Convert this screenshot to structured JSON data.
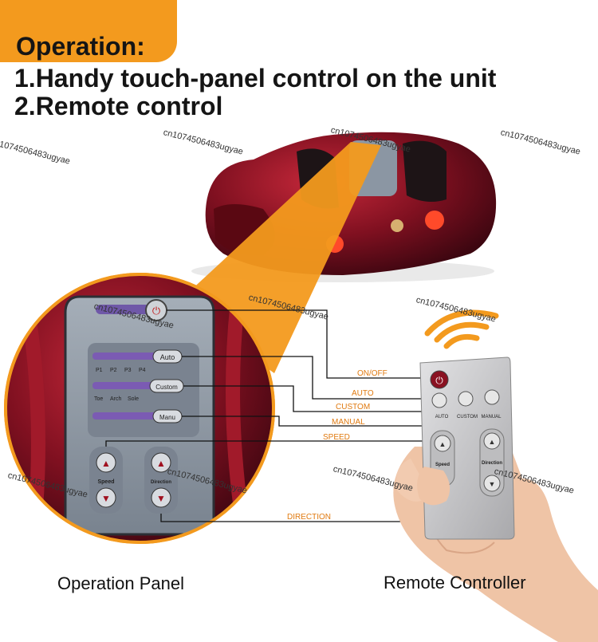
{
  "header": {
    "title": "Operation:",
    "line1": "1.Handy touch-panel control on the unit",
    "line2": "2.Remote control"
  },
  "watermark": "cn1074506483ugyae",
  "callouts": {
    "onoff": "ON/OFF",
    "auto": "AUTO",
    "custom": "CUSTOM",
    "manual": "MANUAL",
    "speed": "SPEED",
    "direction": "DIRECTION"
  },
  "panel": {
    "auto_btn": "Auto",
    "custom_btn": "Custom",
    "manu_btn": "Manu",
    "p1": "P1",
    "p2": "P2",
    "p3": "P3",
    "p4": "P4",
    "toe": "Toe",
    "arch": "Arch",
    "sole": "Sole",
    "speed": "Speed",
    "direction": "Direction"
  },
  "remote": {
    "auto": "AUTO",
    "custom": "CUSTOM",
    "manual": "MANUAL",
    "speed": "Speed",
    "direction": "Direction"
  },
  "captions": {
    "left": "Operation Panel",
    "right": "Remote Controller"
  },
  "colors": {
    "accent": "#f39a1e",
    "device": "#7a0e1c",
    "panel": "#8d97a3",
    "remote": "#c9c9cb"
  }
}
